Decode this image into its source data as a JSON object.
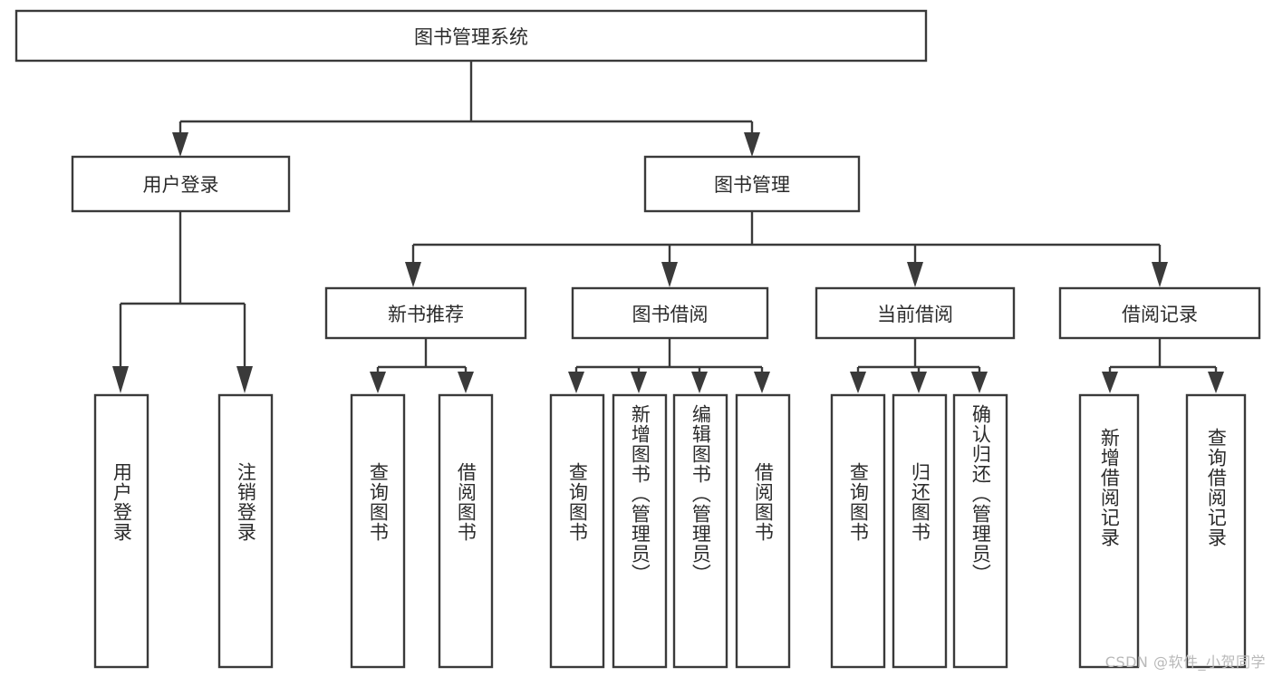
{
  "diagram": {
    "title": "图书管理系统",
    "type": "tree",
    "watermark": "CSDN @软件_小贺同学",
    "colors": {
      "box_stroke": "#3a3a3a",
      "box_fill": "#ffffff",
      "text": "#2b2b2b",
      "connector": "#3a3a3a",
      "watermark": "#b9b9b9",
      "background": "#ffffff"
    },
    "levels": {
      "root": "图书管理系统",
      "level2": [
        "用户登录",
        "图书管理"
      ],
      "level3": [
        "新书推荐",
        "图书借阅",
        "当前借阅",
        "借阅记录"
      ]
    },
    "nodes": {
      "root": {
        "label": "图书管理系统",
        "orientation": "horizontal"
      },
      "user_login": {
        "label": "用户登录",
        "orientation": "horizontal"
      },
      "book_manage": {
        "label": "图书管理",
        "orientation": "horizontal"
      },
      "new_book_rec": {
        "label": "新书推荐",
        "orientation": "horizontal"
      },
      "book_borrow": {
        "label": "图书借阅",
        "orientation": "horizontal"
      },
      "current_borrow": {
        "label": "当前借阅",
        "orientation": "horizontal"
      },
      "borrow_record": {
        "label": "借阅记录",
        "orientation": "horizontal"
      },
      "leaf_1": {
        "label": "用户登录",
        "orientation": "vertical",
        "parent": "用户登录"
      },
      "leaf_2": {
        "label": "注销登录",
        "orientation": "vertical",
        "parent": "用户登录"
      },
      "leaf_3": {
        "label": "查询图书",
        "orientation": "vertical",
        "parent": "新书推荐"
      },
      "leaf_4": {
        "label": "借阅图书",
        "orientation": "vertical",
        "parent": "新书推荐"
      },
      "leaf_5": {
        "label": "查询图书",
        "orientation": "vertical",
        "parent": "图书借阅"
      },
      "leaf_6": {
        "label": "新增图书（管理员）",
        "orientation": "vertical",
        "parent": "图书借阅"
      },
      "leaf_7": {
        "label": "编辑图书（管理员）",
        "orientation": "vertical",
        "parent": "图书借阅"
      },
      "leaf_8": {
        "label": "借阅图书",
        "orientation": "vertical",
        "parent": "图书借阅"
      },
      "leaf_9": {
        "label": "查询图书",
        "orientation": "vertical",
        "parent": "当前借阅"
      },
      "leaf_10": {
        "label": "归还图书",
        "orientation": "vertical",
        "parent": "当前借阅"
      },
      "leaf_11": {
        "label": "确认归还（管理员）",
        "orientation": "vertical",
        "parent": "当前借阅"
      },
      "leaf_12": {
        "label": "新增借阅记录",
        "orientation": "vertical",
        "parent": "借阅记录"
      },
      "leaf_13": {
        "label": "查询借阅记录",
        "orientation": "vertical",
        "parent": "借阅记录"
      }
    }
  }
}
